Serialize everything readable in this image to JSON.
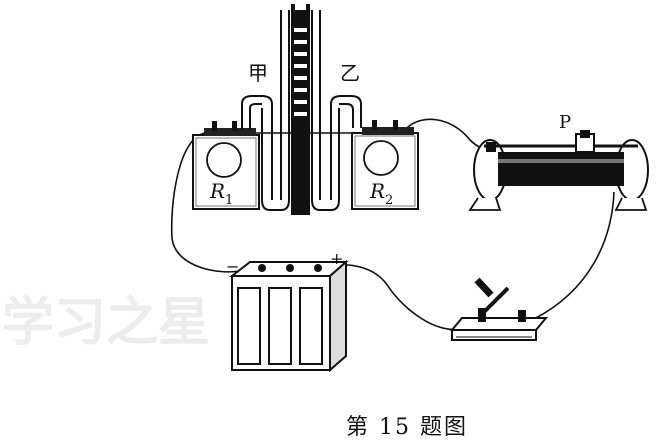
{
  "labels": {
    "jia": "甲",
    "yi": "乙",
    "r1_letter": "R",
    "r1_sub": "1",
    "r2_letter": "R",
    "r2_sub": "2",
    "slider": "P",
    "minus": "−",
    "plus": "+"
  },
  "caption": "第 15 题图",
  "watermark": "学习之星"
}
